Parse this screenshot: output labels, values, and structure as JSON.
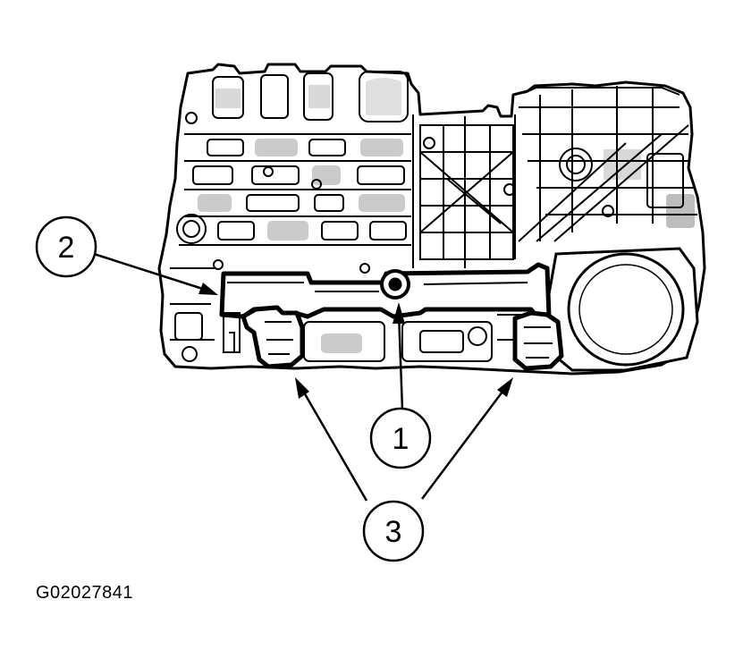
{
  "figure": {
    "id_text": "G02027841",
    "callouts": [
      {
        "label": "1"
      },
      {
        "label": "2"
      },
      {
        "label": "3"
      }
    ]
  },
  "colors": {
    "ink": "#000000",
    "paper": "#ffffff"
  }
}
